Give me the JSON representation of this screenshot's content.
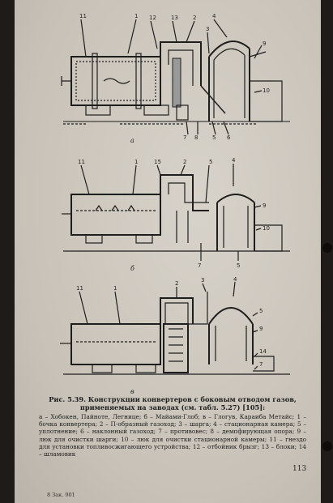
{
  "figure": {
    "panel_labels": [
      "а",
      "б",
      "в"
    ],
    "panel_a_numbers": [
      "11",
      "1",
      "12",
      "13",
      "2",
      "4",
      "3",
      "9",
      "10",
      "5",
      "6",
      "8",
      "7"
    ],
    "panel_b_numbers": [
      "11",
      "1",
      "15",
      "2",
      "5",
      "4",
      "9",
      "10",
      "7",
      "5"
    ],
    "panel_v_numbers": [
      "11",
      "1",
      "2",
      "3",
      "4",
      "5",
      "9",
      "14",
      "7"
    ]
  },
  "caption": {
    "title": "Рис. 5.39. Конструкции конвертеров с боковым отводом газов, применяемых на заводах (см. табл. 5.27) [105]:",
    "body": "а – Хобокен, Пайноте, Легнице; б – Майами-Глоб; в – Глогув, Караиба Метайс; 1 – бочка конвертера; 2 – П-образный газоход; 3 – шарга; 4 – стационарная камера; 5 – уплотнение; 6 – наклонный газоход; 7 – противовес; 8 – демпфирующая опора; 9 – люк для очистки шарги; 10 – люк для очистки стационарной камеры; 11 – гнездо для установки топливосжигающего устройства; 12 – отбойник брызг; 13 – блоки; 14 – шламовик"
  },
  "footer": {
    "left": "8 Зак. 901",
    "page_number": "113"
  }
}
